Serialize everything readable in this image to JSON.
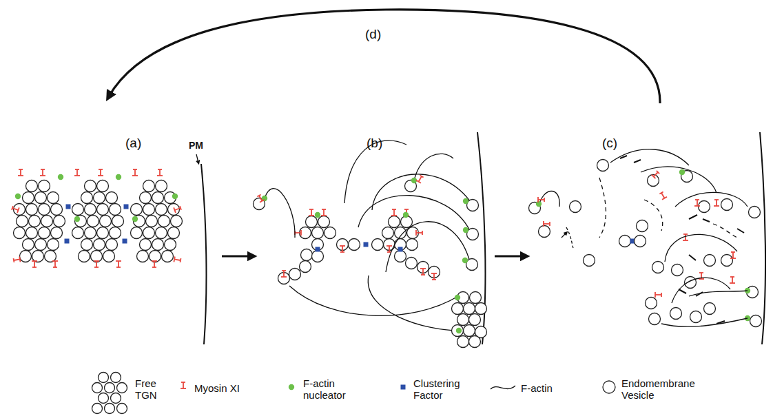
{
  "diagram": {
    "labels": [
      "(d)",
      "(a)",
      "PM",
      "(b)",
      "(c)"
    ],
    "legend": [
      {
        "text": "Free TGN"
      },
      {
        "text": "Myosin XI"
      },
      {
        "text": "F-actin nucleator"
      },
      {
        "text": "Clustering Factor"
      },
      {
        "text": "F-actin"
      },
      {
        "text": "Endomembrane Vesicle"
      }
    ]
  }
}
